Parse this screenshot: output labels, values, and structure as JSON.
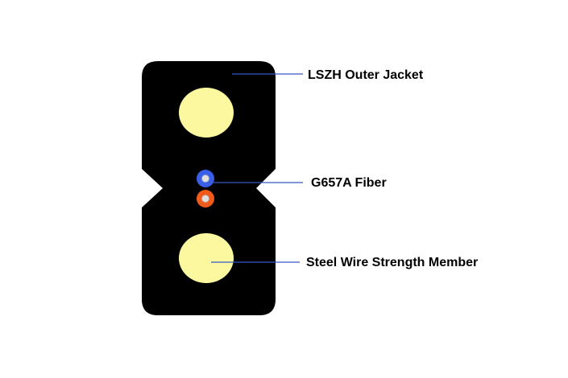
{
  "labels": {
    "outer_jacket": "LSZH Outer Jacket",
    "fiber": "G657A Fiber",
    "strength_member": "Steel Wire Strength Member"
  },
  "colors": {
    "background": "#ffffff",
    "jacket": "#000000",
    "strength_member": "#fbf8a0",
    "fiber_blue": "#3a5ee8",
    "fiber_orange": "#f05a1a",
    "fiber_core": "#e0e0e0",
    "leader_line": "#3b57c4"
  }
}
